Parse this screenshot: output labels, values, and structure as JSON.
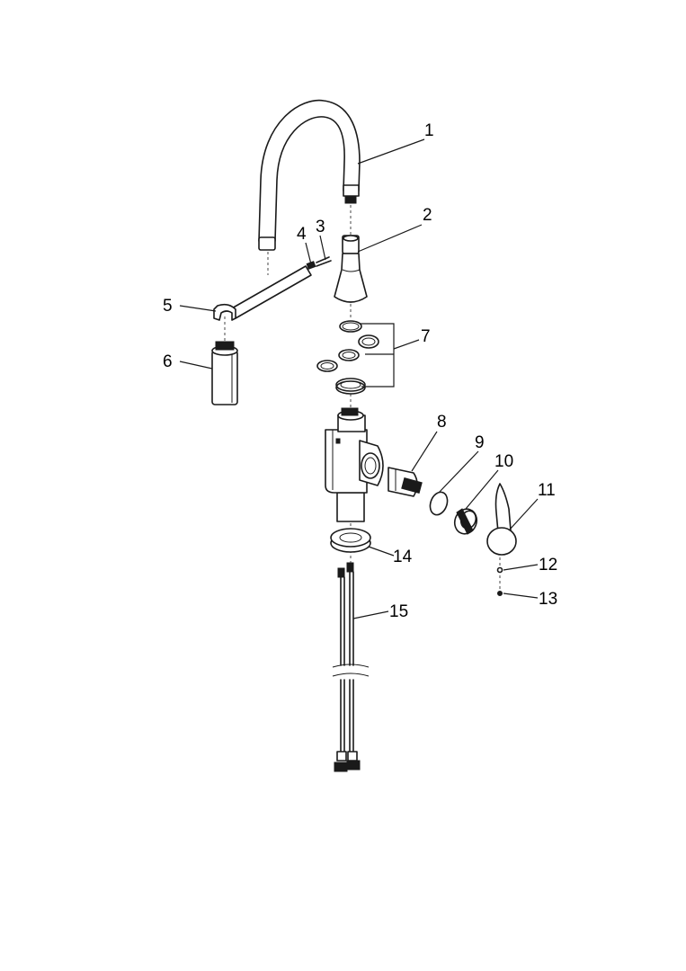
{
  "diagram": {
    "type": "exploded-parts-diagram",
    "callouts": [
      "1",
      "2",
      "3",
      "4",
      "5",
      "6",
      "7",
      "8",
      "9",
      "10",
      "11",
      "12",
      "13",
      "14",
      "15"
    ]
  }
}
